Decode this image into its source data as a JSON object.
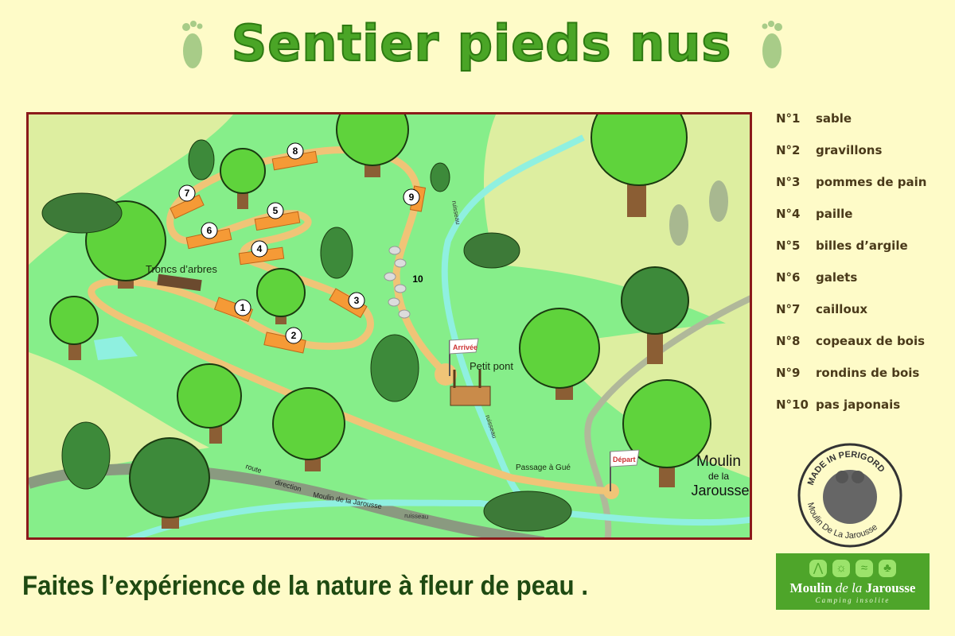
{
  "title": "Sentier pieds nus",
  "legend": [
    {
      "num": "N°1",
      "label": "sable"
    },
    {
      "num": "N°2",
      "label": "gravillons"
    },
    {
      "num": "N°3",
      "label": "pommes de pain"
    },
    {
      "num": "N°4",
      "label": "paille"
    },
    {
      "num": "N°5",
      "label": "billes d’argile"
    },
    {
      "num": "N°6",
      "label": "galets"
    },
    {
      "num": "N°7",
      "label": "cailloux"
    },
    {
      "num": "N°8",
      "label": "copeaux de bois"
    },
    {
      "num": "N°9",
      "label": "rondins de bois"
    },
    {
      "num": "N°10",
      "label": "pas japonais"
    }
  ],
  "map": {
    "stations": [
      "1",
      "2",
      "3",
      "4",
      "5",
      "6",
      "7",
      "8",
      "9",
      "10"
    ],
    "troncs": "Troncs d’arbres",
    "petit_pont": "Petit pont",
    "passage": "Passage à Gué",
    "arrivee": "Arrivée",
    "depart": "Départ",
    "ruisseau": "ruisseau",
    "road": [
      "route",
      "direction",
      "Moulin de la Jarousse"
    ],
    "place": [
      "Moulin",
      "de la",
      "Jarousse"
    ]
  },
  "tagline": "Faites l’expérience de la nature à fleur de peau .",
  "stamp": {
    "top": "MADE IN PERIGORD",
    "bottom": "Moulin De La Jarousse"
  },
  "badge": {
    "name_a": "Moulin",
    "name_b": "de la",
    "name_c": "Jarousse",
    "sub": "Camping insolite"
  },
  "colors": {
    "title": "#4aa526",
    "border": "#8b1a1a",
    "grass": "#86ee8a",
    "path": "#f0c477",
    "water": "#8ff0e0"
  }
}
